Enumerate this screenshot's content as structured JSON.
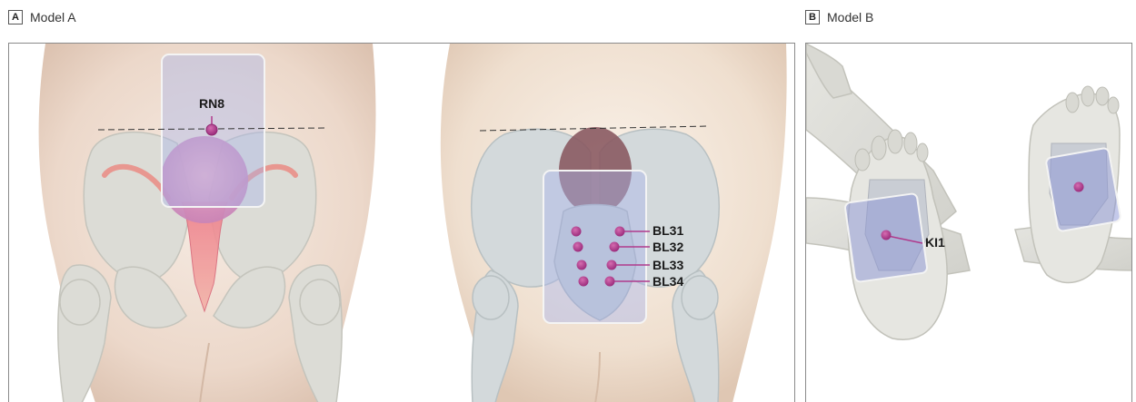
{
  "panels": [
    {
      "letter": "A",
      "title": "Model A"
    },
    {
      "letter": "B",
      "title": "Model B"
    }
  ],
  "points": {
    "front": "RN8",
    "back": [
      "BL31",
      "BL32",
      "BL33",
      "BL34"
    ],
    "foot": "KI1"
  },
  "colors": {
    "skin": "#eddccf",
    "bone": "#dcddd8",
    "highlight_box": "#b8c2ea",
    "acupoint": "#b03a8c",
    "uterus": "#e88a96"
  }
}
